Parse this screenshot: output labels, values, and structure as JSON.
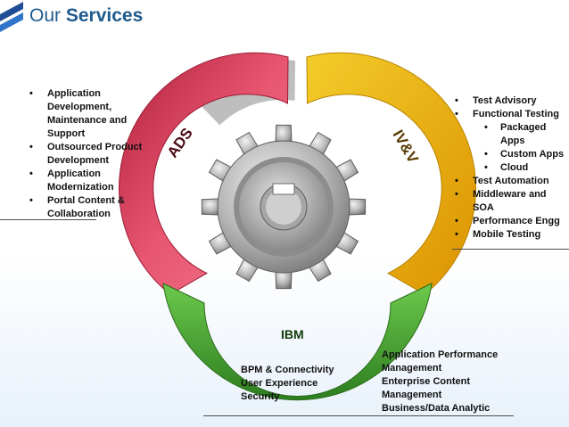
{
  "header": {
    "title_normal": "Our",
    "title_bold": "Services"
  },
  "colors": {
    "title": "#1f5b8e",
    "ads_arc": "#d94860",
    "ivv_arc": "#f0b400",
    "ibm_arc": "#4a9e2a",
    "gear": "#a6a6a6",
    "background_tint": "#e8f1fa"
  },
  "diagram": {
    "ads_label": "ADS",
    "ivv_label": "IV&V",
    "ibm_label": "IBM"
  },
  "bullet_glyph": "•",
  "ads_list": [
    "Application Development, Maintenance and Support",
    "Outsourced Product Development",
    "Application Modernization",
    "Portal Content & Collaboration"
  ],
  "ivv_list": {
    "items": [
      "Test Advisory",
      "Functional Testing"
    ],
    "sub_items": [
      "Packaged Apps",
      "Custom Apps",
      "Cloud"
    ],
    "items_after": [
      "Test Automation",
      "Middleware and SOA",
      "Performance Engg",
      "Mobile Testing"
    ]
  },
  "ibm_left": [
    "BPM & Connectivity",
    "User Experience",
    "Security"
  ],
  "ibm_right": [
    "Application Performance Management",
    "Enterprise Content Management",
    "Business/Data Analytic"
  ]
}
